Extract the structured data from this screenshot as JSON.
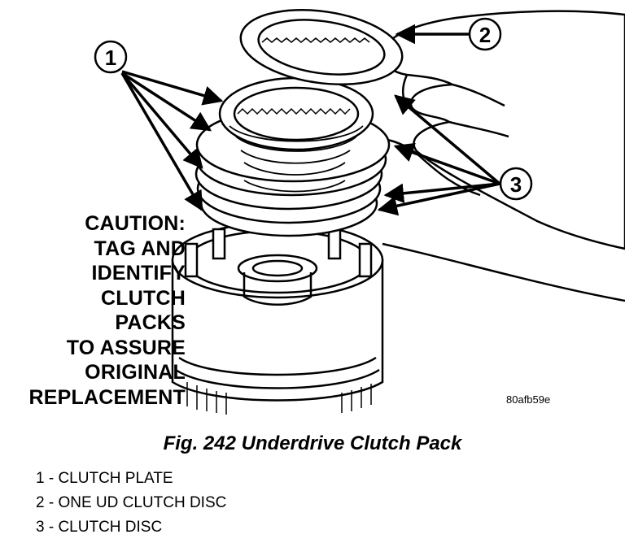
{
  "callouts": [
    "1",
    "2",
    "3"
  ],
  "caution_lines": [
    "CAUTION:",
    "TAG AND",
    "IDENTIFY",
    "CLUTCH",
    "PACKS",
    "TO ASSURE",
    "ORIGINAL",
    "REPLACEMENT"
  ],
  "figure_code": "80afb59e",
  "caption": "Fig. 242 Underdrive Clutch Pack",
  "legend": [
    "1 - CLUTCH PLATE",
    "2 - ONE UD CLUTCH DISC",
    "3 - CLUTCH DISC"
  ]
}
